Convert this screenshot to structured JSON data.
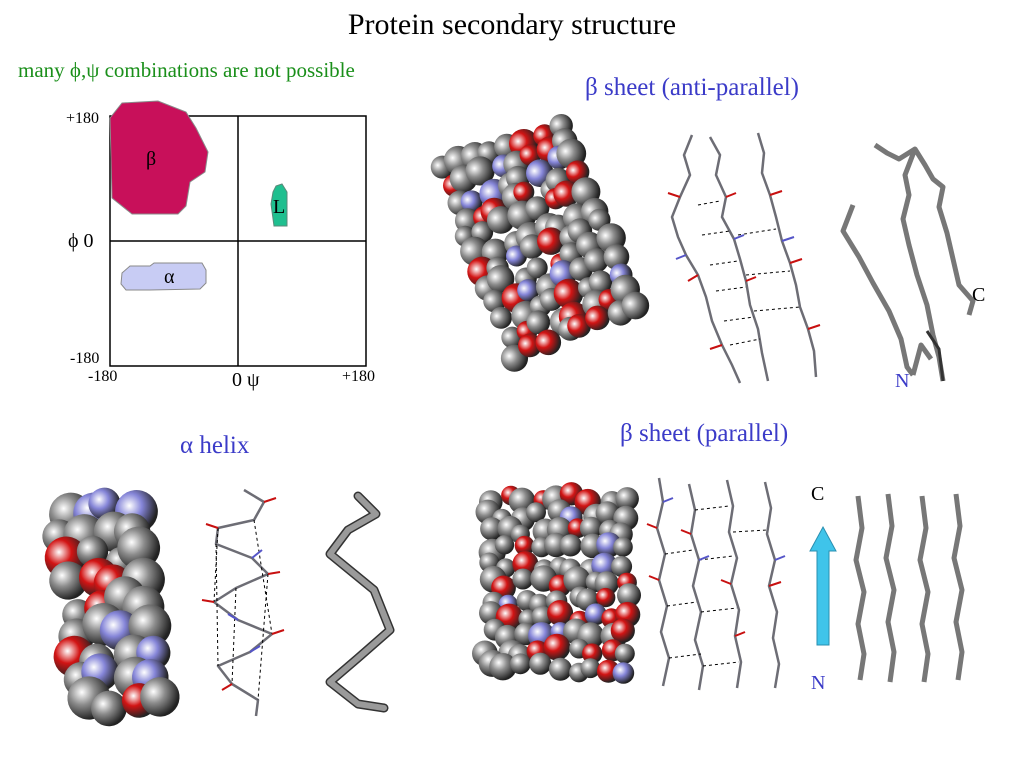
{
  "title": "Protein secondary structure",
  "subtitle": "many ϕ,ψ combinations are not possible",
  "plot": {
    "y_top": "+180",
    "y_bottom": "-180",
    "y_axis_label": "ϕ 0",
    "x_left": "-180",
    "x_right": "+180",
    "x_axis_label": "0 ψ",
    "regions": {
      "beta": "β",
      "alpha": "α",
      "left": "L"
    },
    "colors": {
      "beta": "#c8105a",
      "alpha": "#c8ccf4",
      "left": "#1fbf8f"
    }
  },
  "panels": {
    "beta_antiparallel": {
      "heading": "β sheet (anti-parallel)",
      "c_label": "C",
      "n_label": "N"
    },
    "beta_parallel": {
      "heading": "β sheet (parallel)",
      "c_label": "C",
      "n_label": "N"
    },
    "alpha_helix": {
      "heading": "α helix"
    }
  },
  "colors": {
    "carbon": "#8c8c8c",
    "oxygen": "#d21414",
    "nitrogen": "#8585d8",
    "arrow": "#3fc4ea",
    "heading": "#3b3bc8",
    "subtitle": "#1a8f1a"
  }
}
